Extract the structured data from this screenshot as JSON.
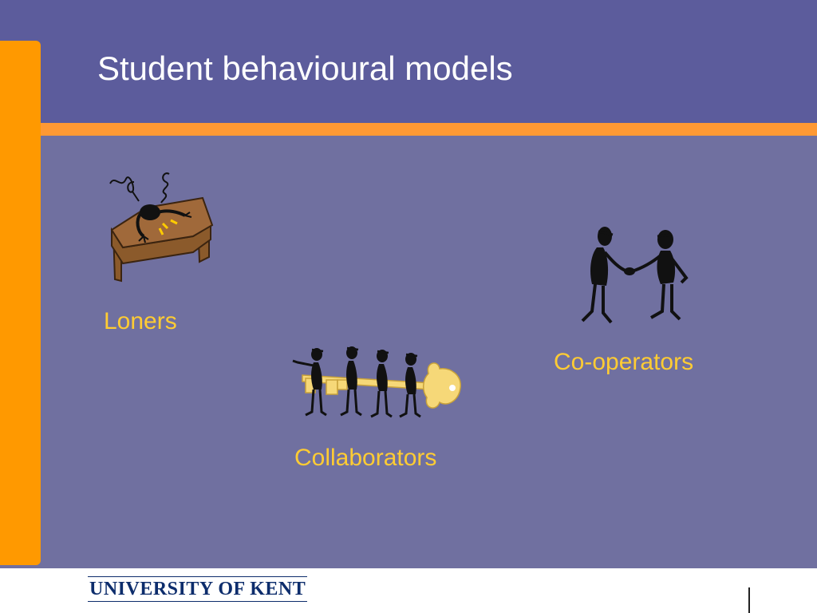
{
  "slide": {
    "title": "Student behavioural models"
  },
  "models": {
    "loners": {
      "label": "Loners",
      "icon": "person-at-desk-frustrated-icon"
    },
    "collaborators": {
      "label": "Collaborators",
      "icon": "people-carrying-key-icon"
    },
    "cooperators": {
      "label": "Co-operators",
      "icon": "handshake-icon"
    }
  },
  "footer": {
    "logo_text": "UNIVERSITY OF KENT"
  },
  "colors": {
    "background": "#7070a0",
    "header": "#5c5c9c",
    "accent_orange": "#ff9900",
    "stripe_orange": "#ff9933",
    "label_yellow": "#ffcc33",
    "title_white": "#ffffff",
    "logo_navy": "#0d2d6c"
  }
}
